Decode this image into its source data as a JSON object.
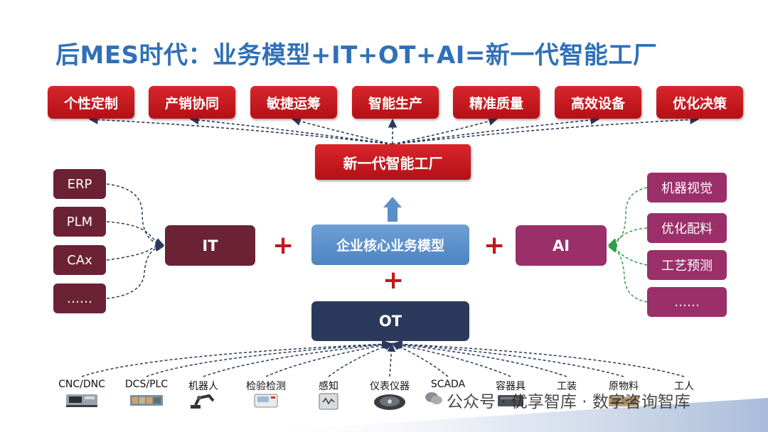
{
  "title": "后MES时代：业务模型+IT+OT+AI=新一代智能工厂",
  "goals": [
    "个性定制",
    "产销协同",
    "敏捷运筹",
    "智能生产",
    "精准质量",
    "高效设备",
    "优化决策"
  ],
  "factory": "新一代智能工厂",
  "it": {
    "label": "IT",
    "items": [
      "ERP",
      "PLM",
      "CAx",
      "……"
    ]
  },
  "ai": {
    "label": "AI",
    "items": [
      "机器视觉",
      "优化配料",
      "工艺预测",
      "……"
    ]
  },
  "core": "企业核心业务模型",
  "ot": {
    "label": "OT",
    "items": [
      "CNC/DNC",
      "DCS/PLC",
      "机器人",
      "检验检测",
      "感知",
      "仪表仪器",
      "SCADA",
      "容器具",
      "工装",
      "原物料",
      "工人"
    ]
  },
  "plus": "+",
  "watermark": "公众号 · 优享智库 · 数字咨询智库",
  "colors": {
    "title": "#2f70b8",
    "red": "#c5161d",
    "it": "#6b2235",
    "ai": "#9b2f6a",
    "core": "#5a8fca",
    "ot": "#2b3a5c"
  }
}
